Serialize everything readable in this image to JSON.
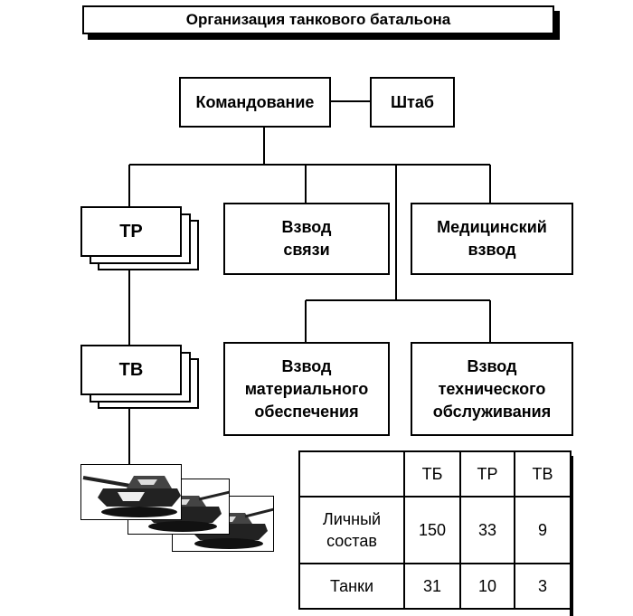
{
  "title": "Организация танкового батальона",
  "units": {
    "command": "Командование",
    "staff": "Штаб",
    "tank_company": "ТР",
    "tank_platoon": "ТВ",
    "signal_platoon": "Взвод\nсвязи",
    "medical_platoon": "Медицинский\nвзвод",
    "supply_platoon": "Взвод\nматериального\nобеспечения",
    "maintenance_platoon": "Взвод\nтехнического\nобслуживания"
  },
  "table": {
    "headers": [
      "",
      "ТБ",
      "ТР",
      "ТВ"
    ],
    "rows": [
      {
        "label": "Личный\nсостав",
        "values": [
          "150",
          "33",
          "9"
        ]
      },
      {
        "label": "Танки",
        "values": [
          "31",
          "10",
          "3"
        ]
      }
    ]
  }
}
